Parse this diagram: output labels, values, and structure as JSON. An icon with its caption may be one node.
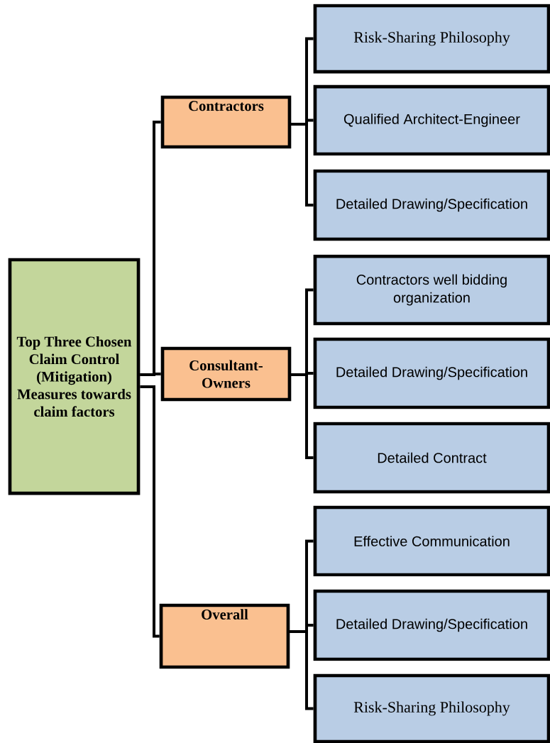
{
  "diagram": {
    "nodes": [
      {
        "text": [
          "Top Three Chosen Claim Control (Mitigation) Measures towards claim factors"
        ]
      },
      {
        "text": [
          "Contractors"
        ]
      },
      {
        "text": [
          "Consultant-Owners"
        ]
      },
      {
        "text": [
          "Overall"
        ]
      },
      {
        "text": [
          "Risk-Sharing Philosophy"
        ]
      },
      {
        "text": [
          "Qualified Architect-Engineer"
        ]
      },
      {
        "text": [
          "Detailed Drawing/Specification"
        ]
      },
      {
        "text": [
          "Contractors well bidding organization"
        ]
      },
      {
        "text": [
          "Detailed Drawing/Specification"
        ]
      },
      {
        "text": [
          "Detailed Contract"
        ]
      },
      {
        "text": [
          "Effective Communication"
        ]
      },
      {
        "text": [
          "Detailed Drawing/Specification"
        ]
      },
      {
        "text": [
          "Risk-Sharing Philosophy"
        ]
      }
    ],
    "edges": [
      {
        "from": 0,
        "to": 1,
        "arrow": "none"
      },
      {
        "from": 0,
        "to": 2,
        "arrow": "none"
      },
      {
        "from": 0,
        "to": 3,
        "arrow": "none"
      },
      {
        "from": 1,
        "to": 4,
        "arrow": "none"
      },
      {
        "from": 1,
        "to": 5,
        "arrow": "none"
      },
      {
        "from": 1,
        "to": 6,
        "arrow": "none"
      },
      {
        "from": 2,
        "to": 7,
        "arrow": "none"
      },
      {
        "from": 2,
        "to": 8,
        "arrow": "none"
      },
      {
        "from": 2,
        "to": 9,
        "arrow": "none"
      },
      {
        "from": 3,
        "to": 10,
        "arrow": "none"
      },
      {
        "from": 3,
        "to": 11,
        "arrow": "none"
      },
      {
        "from": 3,
        "to": 12,
        "arrow": "none"
      }
    ]
  }
}
